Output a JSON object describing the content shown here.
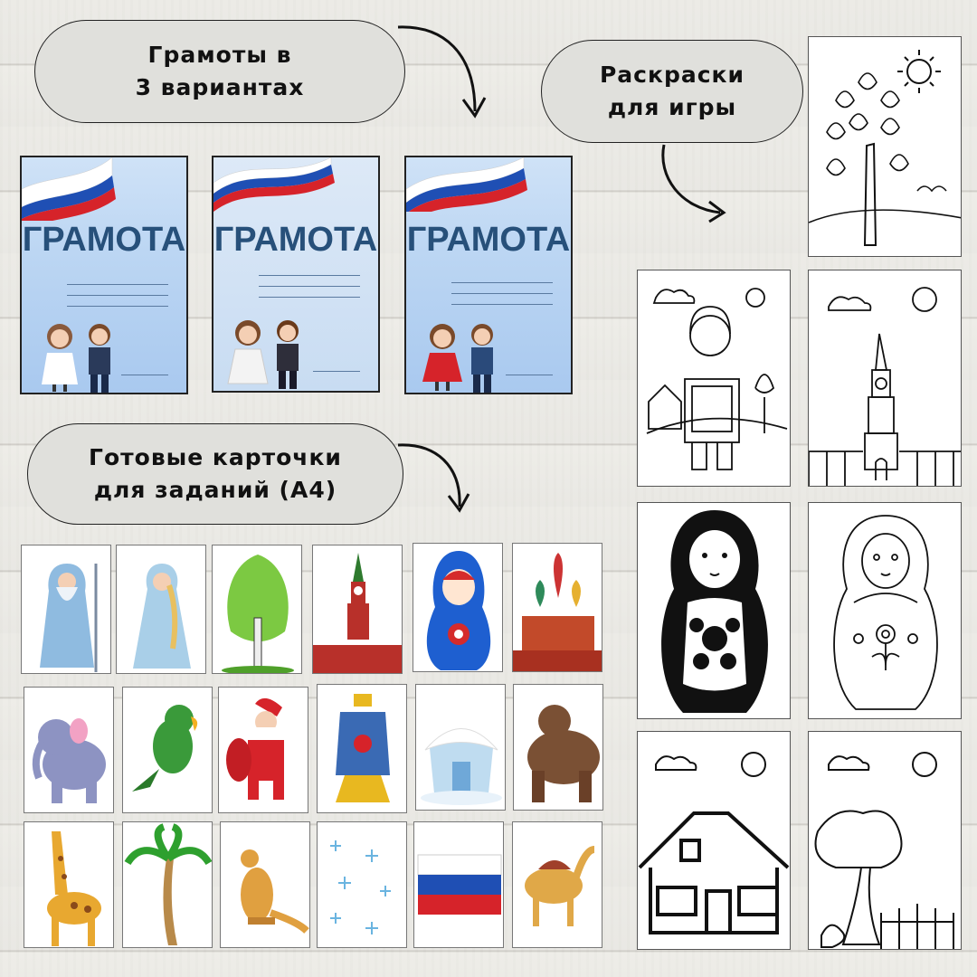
{
  "labels": {
    "certificates": [
      "Грамоты в",
      "3 вариантах"
    ],
    "coloring": [
      "Раскраски",
      "для игры"
    ],
    "cards": [
      "Готовые карточки",
      "для заданий (А4)"
    ]
  },
  "certificate_title": "ГРАМОТА",
  "colors": {
    "pill_bg": "#e0e0dc",
    "cert_blue": "#bcd6f3",
    "cert_title": "#27507a",
    "flag_white": "#ffffff",
    "flag_blue": "#1f4fb4",
    "flag_red": "#d6232a"
  },
  "cards_grid": [
    [
      "ded-moroz",
      "snegurochka",
      "birch",
      "kremlin-tower",
      "matryoshka",
      "st-basil-cathedral"
    ],
    [
      "elephant",
      "parrot",
      "santa-claus",
      "samovar",
      "snowy-house",
      "bear"
    ],
    [
      "giraffe",
      "palm-tree",
      "kangaroo",
      "snowflakes",
      "russian-flag",
      "camel"
    ]
  ],
  "coloring_pages": [
    "birch-and-sun",
    "girl-with-family-portrait",
    "kremlin-tower",
    "matryoshka-black",
    "matryoshka-outline",
    "house",
    "tree-and-fence"
  ]
}
